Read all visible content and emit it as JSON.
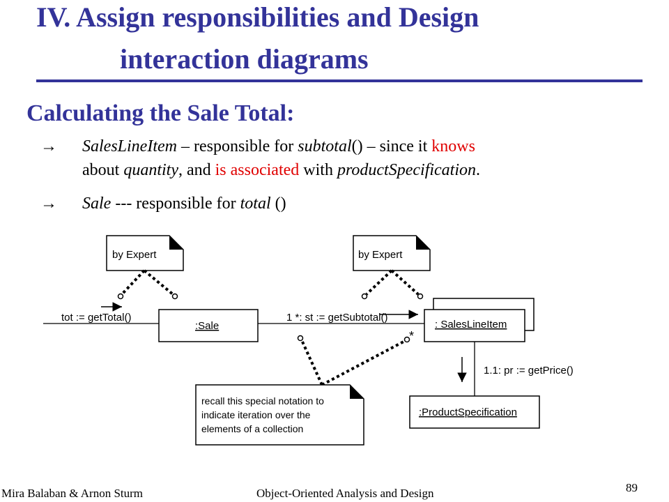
{
  "slide": {
    "title_line1": "IV. Assign responsibilities and Design",
    "title_line2": "interaction diagrams",
    "subtitle": "Calculating the Sale Total:",
    "bullets": [
      {
        "arrow": "→",
        "line1": {
          "p1": "SalesLineItem",
          "p2": " – responsible for ",
          "p3": "subtotal",
          "p4": "() – since it ",
          "p5": "knows"
        },
        "line2": {
          "p1": "about ",
          "p2": "quantity",
          "p3": ", and ",
          "p4": "is associated",
          "p5": " with ",
          "p6": "productSpecification",
          "p7": "."
        }
      },
      {
        "arrow": "→",
        "line1": {
          "p1": "Sale",
          "p2": " --- responsible for ",
          "p3": "total",
          "p4": " ()"
        }
      }
    ]
  },
  "diagram": {
    "note_expert_left": "by Expert",
    "note_expert_right": "by Expert",
    "msg_total": "tot := getTotal()",
    "sale_object": ":Sale",
    "msg_subtotal": "1 *: st := getSubtotal()",
    "multiplicity": "*",
    "salesline_object": ": SalesLineItem",
    "msg_price": "1.1: pr := getPrice()",
    "productspec_object": ":ProductSpecification",
    "note_recall": [
      "recall this special notation to",
      "indicate iteration over the",
      "elements of a collection"
    ]
  },
  "footer": {
    "authors": "Mira Balaban  &  Arnon Sturm",
    "course": "Object-Oriented Analysis and Design",
    "page": "89"
  },
  "colors": {
    "title": "#333399",
    "highlight": "#e00000"
  }
}
